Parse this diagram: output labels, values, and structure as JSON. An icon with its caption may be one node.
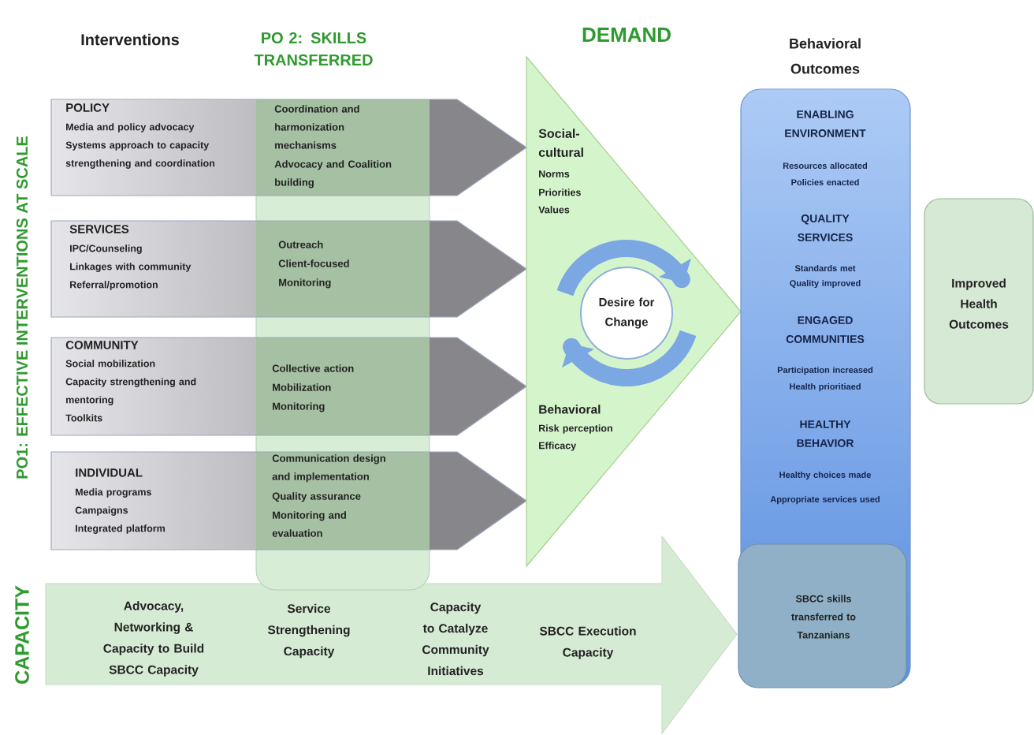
{
  "diagram": {
    "nodes": [
      {
        "text": [
          "POLICY",
          "Media and policy advocacy",
          "Systems approach to capacity strengthening and coordination",
          "Coordination and harmonization mechanisms",
          "Advocacy and Coalition building"
        ]
      },
      {
        "text": [
          "SERVICES",
          "IPC/Counseling",
          "Linkages with community",
          "Referral/promotion",
          "Outreach",
          "Client-focused",
          "Monitoring"
        ]
      },
      {
        "text": [
          "COMMUNITY",
          "Social mobilization",
          "Capacity strengthening and mentoring",
          "Toolkits",
          "Collective action",
          "Mobilization",
          "Monitoring"
        ]
      },
      {
        "text": [
          "INDIVIDUAL",
          "Media programs",
          "Campaigns",
          "Integrated platform",
          "Communication design and implementation",
          "Quality assurance",
          "Monitoring and evaluation"
        ]
      },
      {
        "text": [
          "PO 2: SKILLS TRANSFERRED"
        ]
      },
      {
        "text": [
          "DEMAND",
          "Social-cultural",
          "Norms",
          "Priorities",
          "Values",
          "Behavioral",
          "Risk perception",
          "Efficacy"
        ]
      },
      {
        "text": [
          "Desire for Change"
        ],
        "in": 5
      },
      {
        "text": [
          "Behavioral Outcomes",
          "ENABLING ENVIRONMENT",
          "Resources allocated",
          "Policies enacted",
          "QUALITY SERVICES",
          "Standards met",
          "Quality improved",
          "ENGAGED COMMUNITIES",
          "Participation increased",
          "Health prioritiaed",
          "HEALTHY BEHAVIOR",
          "Healthy choices made",
          "Appropriate services used"
        ]
      },
      {
        "text": [
          "SBCC skills transferred to Tanzanians"
        ],
        "in": 7
      },
      {
        "text": [
          "Improved Health Outcomes"
        ]
      },
      {
        "text": [
          "Advocacy, Networking & Capacity to Build SBCC Capacity",
          "Service Strengthening Capacity",
          "Capacity to Catalyze Community Initiatives",
          "SBCC Execution Capacity"
        ]
      }
    ],
    "labels": [
      "Interventions",
      "PO1: EFFECTIVE INTERVENTIONS AT SCALE",
      "CAPACITY"
    ]
  }
}
